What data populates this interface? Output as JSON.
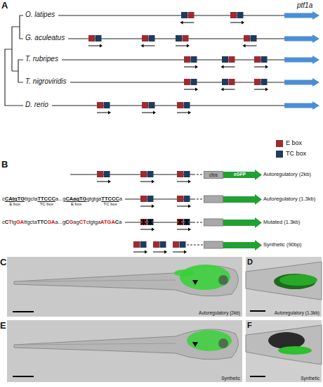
{
  "diagram": {
    "nodes": [
      {
        "text": [
          "ptf1a"
        ]
      },
      {
        "text": [
          "cfos"
        ]
      },
      {
        "text": [
          "eGFP"
        ]
      },
      {
        "text": [
          "C",
          "Autoregulatory (2kb)"
        ]
      },
      {
        "text": [
          "D",
          "Autoregulatory (1.3kb)"
        ]
      },
      {
        "text": [
          "E",
          "Synthetic"
        ]
      },
      {
        "text": [
          "F",
          "Synthetic"
        ]
      }
    ],
    "labels": [
      "A",
      "O. latipes",
      "G. aculeatus",
      "T. rubripes",
      "T. nigroviridis",
      "D. rerio",
      "B",
      "Autoregulatory (2kb)",
      "Autoregulatory (1.3kb)",
      "Mutated (1.3kb)",
      "Synthetic (90bp)",
      "c",
      "CAtgTG",
      "ttgcta",
      "TTCCC",
      "a...g",
      "CAagTG",
      "gtgtga",
      "TTCCC",
      "a",
      "E box",
      "TC box",
      "E box",
      "TC box",
      "c",
      "C",
      "T",
      "tg",
      "GA",
      "ttgcta",
      "TTC",
      "GA",
      "a...g",
      "C",
      "G",
      "ag",
      "CT",
      "ctgtga",
      "ATGA",
      "C",
      "a"
    ],
    "legend": [
      {
        "text": "E box",
        "color": "#9e2b2f"
      },
      {
        "text": "TC box",
        "color": "#1f3b5e"
      }
    ]
  }
}
